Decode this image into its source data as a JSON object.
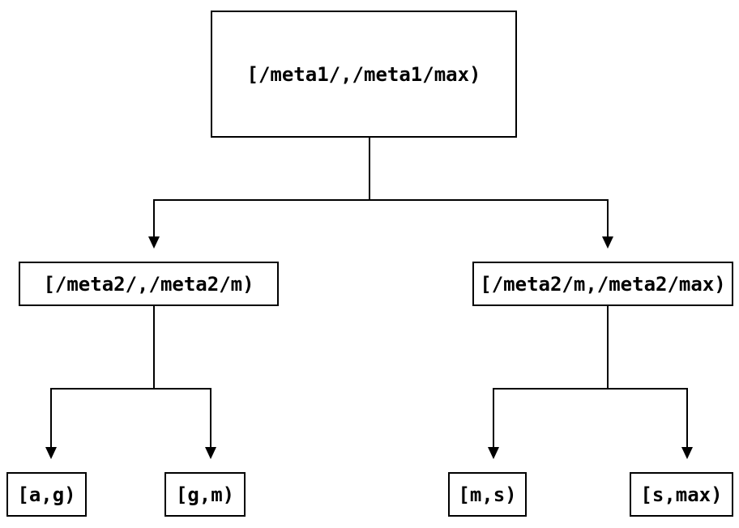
{
  "diagram": {
    "type": "binary-interval-tree",
    "colors": {
      "background": "#ffffff",
      "line": "#000000",
      "text": "#000000"
    },
    "tree": {
      "root": {
        "label": "[/meta1/,/meta1/max)",
        "children": [
          {
            "label": "[/meta2/,/meta2/m)",
            "children": [
              {
                "label": "[a,g)"
              },
              {
                "label": "[g,m)"
              }
            ]
          },
          {
            "label": "[/meta2/m,/meta2/max)",
            "children": [
              {
                "label": "[m,s)"
              },
              {
                "label": "[s,max)"
              }
            ]
          }
        ]
      }
    }
  }
}
